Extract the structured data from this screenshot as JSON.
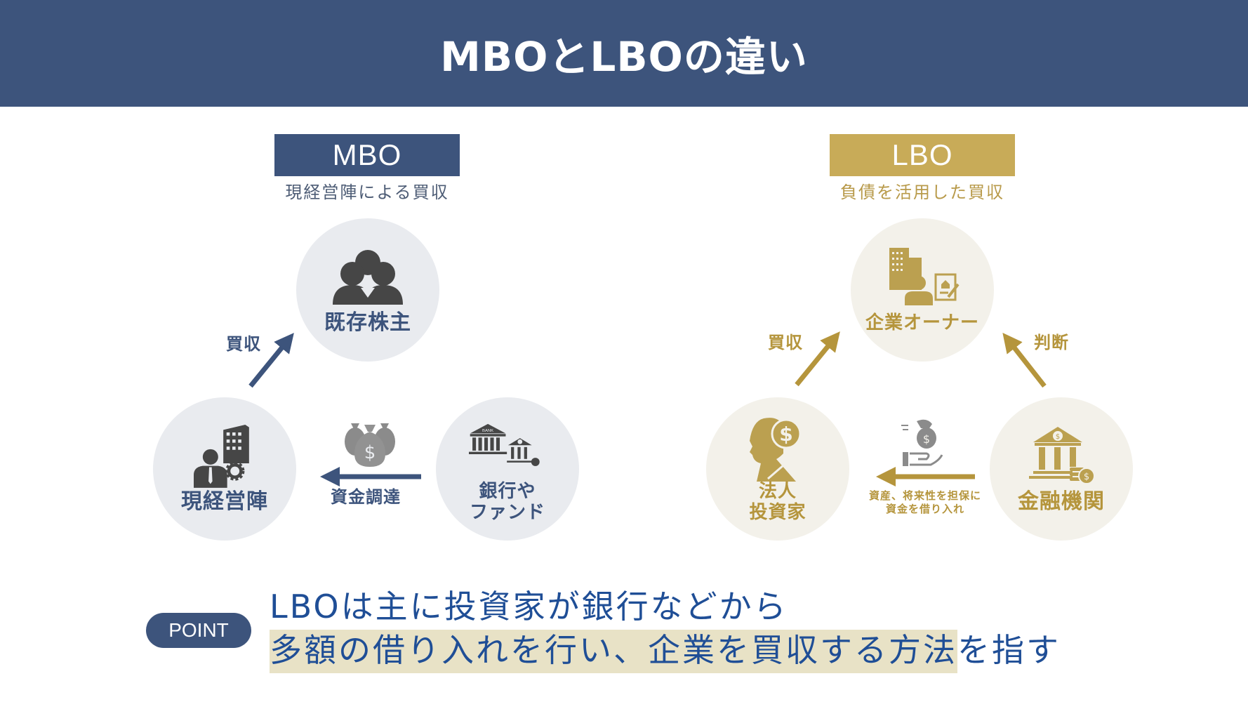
{
  "header": {
    "title": "MBOとLBOの違い"
  },
  "mbo": {
    "badge": "MBO",
    "subtitle": "現経営陣による買収",
    "nodes": {
      "top": {
        "label": "既存株主",
        "icon": "group-people-icon"
      },
      "left": {
        "label": "現経営陣",
        "icon": "businessman-building-icon"
      },
      "right": {
        "label_line1": "銀行や",
        "label_line2": "ファンド",
        "icon": "bank-icon"
      }
    },
    "arrows": {
      "acquire_label": "買収",
      "funding_label": "資金調達",
      "funding_icon": "money-bags-icon"
    },
    "color": "#3d547c"
  },
  "lbo": {
    "badge": "LBO",
    "subtitle": "負債を活用した買収",
    "nodes": {
      "top": {
        "label": "企業オーナー",
        "icon": "company-owner-icon"
      },
      "left": {
        "label_line1": "法人",
        "label_line2": "投資家",
        "icon": "investor-head-dollar-icon"
      },
      "right": {
        "label": "金融機関",
        "icon": "bank-coins-icon"
      }
    },
    "arrows": {
      "acquire_label": "買収",
      "judge_label": "判断",
      "loan_caption_line1": "資産、将来性を担保に",
      "loan_caption_line2": "資金を借り入れ",
      "loan_icon": "hand-money-bag-icon"
    },
    "color": "#c8ab58"
  },
  "point": {
    "badge": "POINT",
    "line1": "LBOは主に投資家が銀行などから",
    "line2_highlighted": "多額の借り入れを行い、企業を買収する方法",
    "line2_rest": "を指す",
    "text_color": "#1f4e96",
    "highlight_color": "#e8e2c6"
  }
}
